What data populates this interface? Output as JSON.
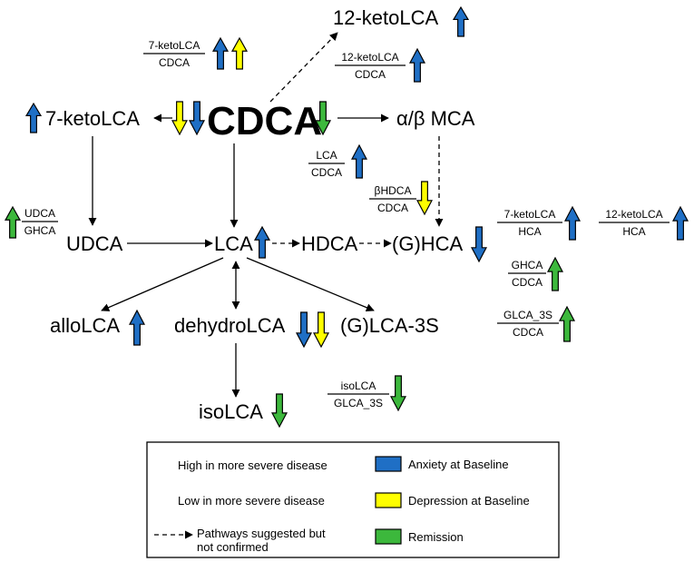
{
  "colors": {
    "anxiety": "#1f6fc5",
    "depression": "#ffff00",
    "remission": "#3cb83c",
    "outline": "#000000",
    "legend_up_arrow": "#ffffff"
  },
  "nodes": {
    "cdca": "CDCA",
    "keto12_top": "12-ketoLCA",
    "keto7": "7-ketoLCA",
    "abmca": "α/β MCA",
    "udca": "UDCA",
    "lca": "LCA",
    "hdca": "HDCA",
    "ghca": "(G)HCA",
    "allolca": "alloLCA",
    "dehydrolca": "dehydroLCA",
    "glca3s": "(G)LCA-3S",
    "isolca": "isoLCA"
  },
  "ratios": {
    "keto7_cdca": {
      "num": "7-ketoLCA",
      "den": "CDCA"
    },
    "keto12_cdca": {
      "num": "12-ketoLCA",
      "den": "CDCA"
    },
    "lca_cdca": {
      "num": "LCA",
      "den": "CDCA"
    },
    "bhdca_cdca": {
      "num": "βHDCA",
      "den": "CDCA"
    },
    "udca_ghca": {
      "num": "UDCA",
      "den": "GHCA"
    },
    "keto7_hca": {
      "num": "7-ketoLCA",
      "den": "HCA"
    },
    "keto12_hca": {
      "num": "12-ketoLCA",
      "den": "HCA"
    },
    "ghca_cdca": {
      "num": "GHCA",
      "den": "CDCA"
    },
    "glca3s_cdca": {
      "num": "GLCA_3S",
      "den": "CDCA"
    },
    "isolca_glca3s": {
      "num": "isoLCA",
      "den": "GLCA_3S"
    }
  },
  "legend": {
    "high": "High in more severe disease",
    "low": "Low in more severe disease",
    "pathway_line1": "Pathways suggested but",
    "pathway_line2": "not confirmed",
    "anxiety": "Anxiety at Baseline",
    "depression": "Depression at Baseline",
    "remission": "Remission"
  }
}
